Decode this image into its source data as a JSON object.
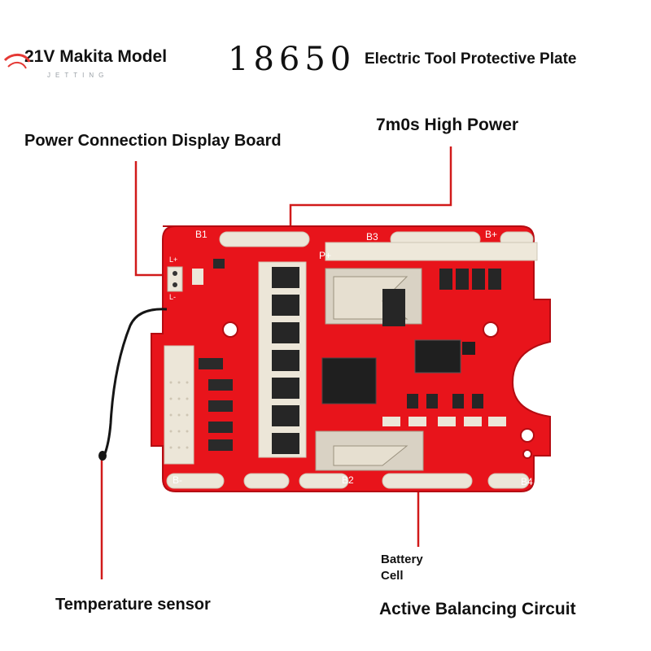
{
  "header": {
    "model": "21V Makita Model",
    "number": "18650",
    "description": "Electric Tool Protective Plate"
  },
  "watermark": {
    "text": "JETTING"
  },
  "callouts": {
    "power_connection": "Power Connection Display Board",
    "high_power": "7m0s High Power",
    "temperature": "Temperature sensor",
    "battery_line1": "Battery",
    "battery_line2": "Cell",
    "balancing": "Active Balancing Circuit"
  },
  "board_labels": {
    "b1": "B1",
    "b3": "B3",
    "b_plus": "B+",
    "b_minus": "B-",
    "b2": "B2",
    "b4": "B4",
    "p_plus": "P+",
    "l_plus": "L+",
    "l_minus": "L-"
  },
  "colors": {
    "board": "#e8141b",
    "board_dark": "#c50e14",
    "pad": "#e9e2d4",
    "chip": "#2a2a2a",
    "line": "#d11a1a"
  }
}
